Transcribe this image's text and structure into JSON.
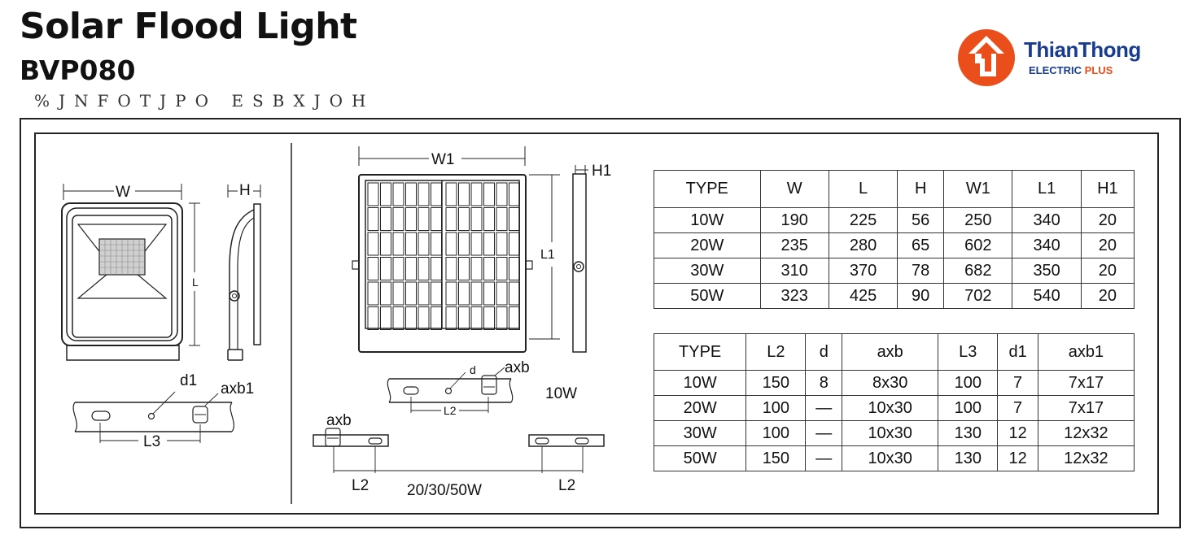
{
  "header": {
    "title": "Solar Flood Light",
    "model": "BVP080",
    "subtitle": "%JNFOTJPO ESBXJOH"
  },
  "logo": {
    "name_line1": "ThianThong",
    "name_line2a": "ELECTRIC",
    "name_line2b": "PLUS",
    "brand_blue": "#1a3c8f",
    "brand_orange": "#e94e1b"
  },
  "drawing_labels": {
    "w": "W",
    "h": "H",
    "l": "L",
    "d1": "d1",
    "axb1": "axb1",
    "l3": "L3",
    "w1": "W1",
    "h1": "H1",
    "l1": "L1",
    "d": "d",
    "axb_top": "axb",
    "l2_top": "L2",
    "variant_10w": "10W",
    "axb_bottom": "axb",
    "l2_left": "L2",
    "variant_multi": "20/30/50W",
    "l2_right": "L2"
  },
  "table1": {
    "headers": [
      "TYPE",
      "W",
      "L",
      "H",
      "W1",
      "L1",
      "H1"
    ],
    "rows": [
      [
        "10W",
        "190",
        "225",
        "56",
        "250",
        "340",
        "20"
      ],
      [
        "20W",
        "235",
        "280",
        "65",
        "602",
        "340",
        "20"
      ],
      [
        "30W",
        "310",
        "370",
        "78",
        "682",
        "350",
        "20"
      ],
      [
        "50W",
        "323",
        "425",
        "90",
        "702",
        "540",
        "20"
      ]
    ]
  },
  "table2": {
    "headers": [
      "TYPE",
      "L2",
      "d",
      "axb",
      "L3",
      "d1",
      "axb1"
    ],
    "rows": [
      [
        "10W",
        "150",
        "8",
        "8x30",
        "100",
        "7",
        "7x17"
      ],
      [
        "20W",
        "100",
        "—",
        "10x30",
        "100",
        "7",
        "7x17"
      ],
      [
        "30W",
        "100",
        "—",
        "10x30",
        "130",
        "12",
        "12x32"
      ],
      [
        "50W",
        "150",
        "—",
        "10x30",
        "130",
        "12",
        "12x32"
      ]
    ]
  }
}
